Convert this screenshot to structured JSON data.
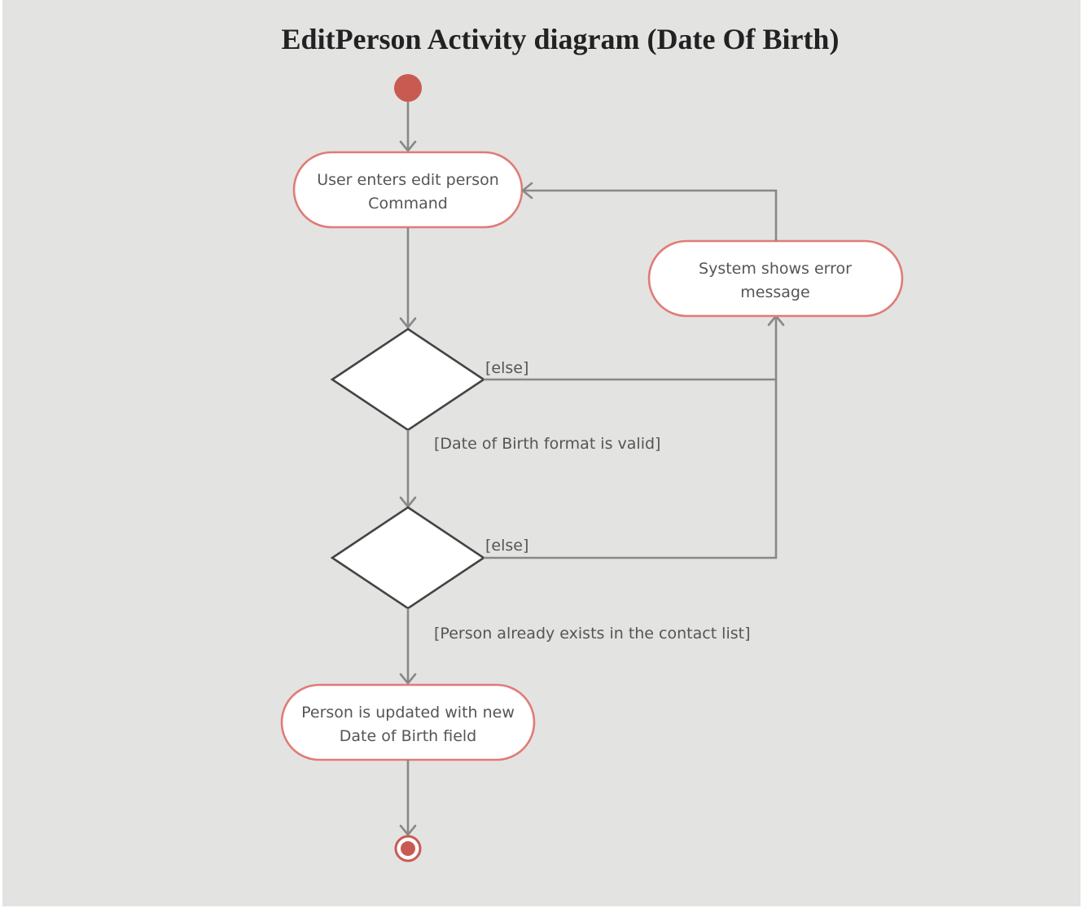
{
  "title": "EditPerson Activity diagram (Date Of Birth)",
  "colors": {
    "background": "#e3e3e2",
    "node_fill": "#ffffff",
    "node_border": "#e07b76",
    "decision_border": "#444444",
    "edge": "#888888",
    "start_fill": "#c95a52"
  },
  "nodes": {
    "user_enters": {
      "line1": "User enters edit person",
      "line2": "Command"
    },
    "error": {
      "line1": "System shows error",
      "line2": "message"
    },
    "updated": {
      "line1": "Person is updated with new",
      "line2": "Date of Birth field"
    }
  },
  "guards": {
    "else1": "[else]",
    "valid": "[Date of Birth format is valid]",
    "else2": "[else]",
    "exists": "[Person already exists in the contact list]"
  }
}
